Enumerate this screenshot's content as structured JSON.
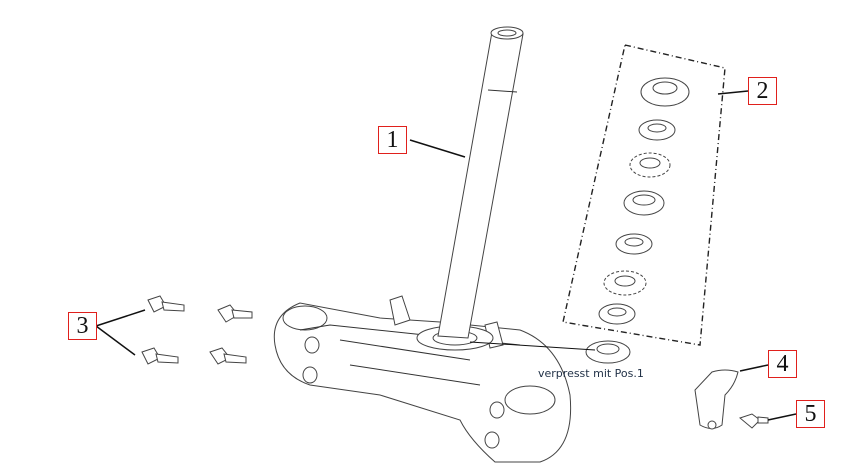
{
  "callouts": [
    {
      "number": "1"
    },
    {
      "number": "2"
    },
    {
      "number": "3"
    },
    {
      "number": "4"
    },
    {
      "number": "5"
    }
  ],
  "annotation": "verpresst mit Pos.1"
}
